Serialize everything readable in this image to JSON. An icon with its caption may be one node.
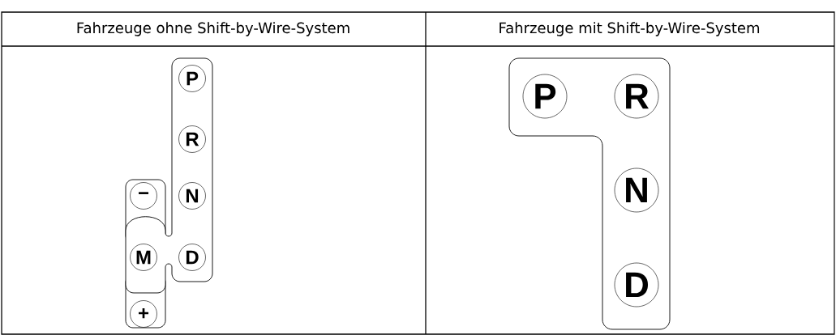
{
  "diagram": {
    "nodes": [
      {
        "text": [
          "P"
        ]
      },
      {
        "text": [
          "R"
        ]
      },
      {
        "text": [
          "−"
        ]
      },
      {
        "text": [
          "N"
        ]
      },
      {
        "text": [
          "M"
        ]
      },
      {
        "text": [
          "D"
        ]
      },
      {
        "text": [
          "+"
        ]
      },
      {
        "text": [
          "P"
        ]
      },
      {
        "text": [
          "R"
        ]
      },
      {
        "text": [
          "N"
        ]
      },
      {
        "text": [
          "D"
        ]
      }
    ],
    "labels": [
      "Fahrzeuge ohne Shift-by-Wire-System",
      "Fahrzeuge mit Shift-by-Wire-System"
    ]
  }
}
